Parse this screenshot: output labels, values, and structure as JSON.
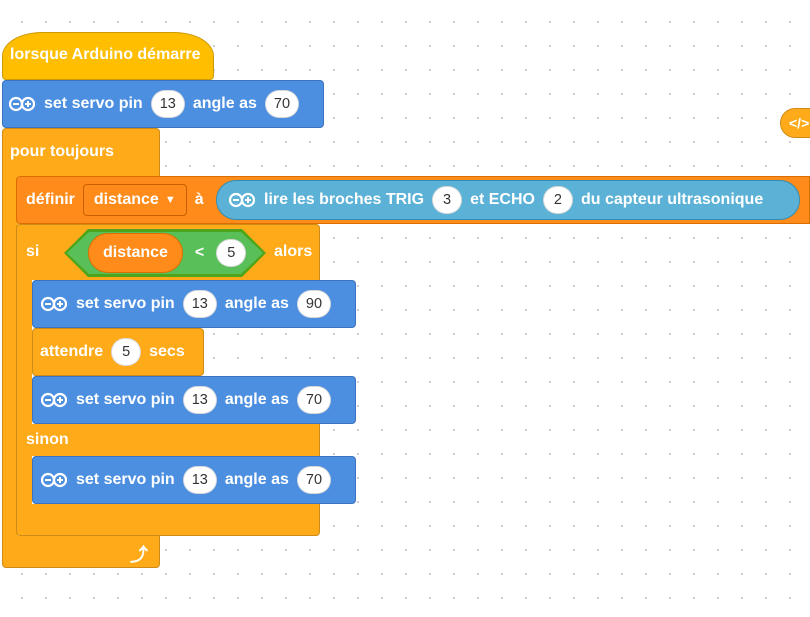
{
  "hat": {
    "label": "lorsque Arduino démarre"
  },
  "servo_init": {
    "label1": "set servo pin",
    "pin": "13",
    "label2": "angle as",
    "angle": "70"
  },
  "forever": {
    "label": "pour toujours"
  },
  "set_var": {
    "label": "définir",
    "variable": "distance",
    "to_label": "à",
    "sensor": {
      "label1": "lire les broches TRIG",
      "trig": "3",
      "label2": "et ECHO",
      "echo": "2",
      "label3": "du capteur ultrasonique"
    }
  },
  "if_block": {
    "if_label": "si",
    "condition": {
      "left": "distance",
      "operator": "<",
      "right": "5"
    },
    "then_label": "alors",
    "then_servo": {
      "label1": "set servo pin",
      "pin": "13",
      "label2": "angle as",
      "angle": "90"
    },
    "wait": {
      "label": "attendre",
      "value": "5",
      "unit": "secs"
    },
    "then_servo2": {
      "label1": "set servo pin",
      "pin": "13",
      "label2": "angle as",
      "angle": "70"
    },
    "else_label": "sinon",
    "else_servo": {
      "label1": "set servo pin",
      "pin": "13",
      "label2": "angle as",
      "angle": "70"
    }
  },
  "loop_arrow": "⤴",
  "code_tab": {
    "label": "</>"
  },
  "colors": {
    "control": "#ffab19",
    "event": "#ffbf00",
    "extension": "#4c8fe0",
    "sensor": "#5cb1d6",
    "variable": "#ff8c1a",
    "operator": "#59c059"
  }
}
